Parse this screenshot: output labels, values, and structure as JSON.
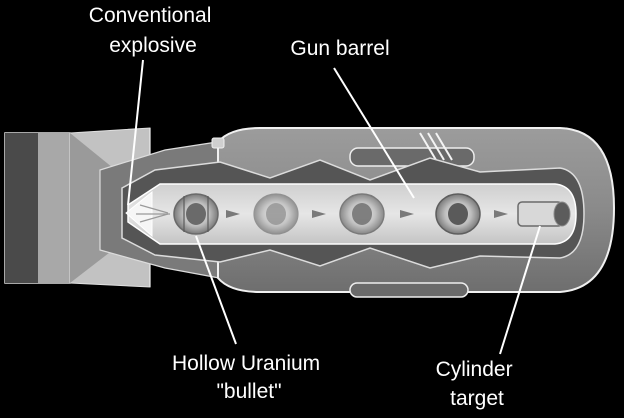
{
  "diagram": {
    "labels": {
      "conventional_explosive": [
        "Conventional",
        "explosive"
      ],
      "gun_barrel": "Gun barrel",
      "hollow_uranium_bullet": [
        "Hollow Uranium",
        "\"bullet\""
      ],
      "cylinder_target": [
        "Cylinder",
        "target"
      ]
    }
  }
}
